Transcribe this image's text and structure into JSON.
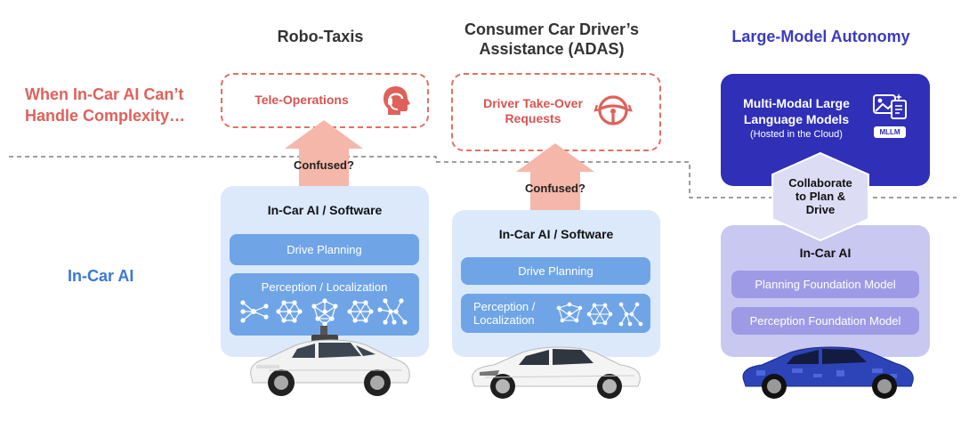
{
  "left_labels": {
    "top_line1": "When In-Car AI Can’t",
    "top_line2": "Handle Complexity…",
    "bottom": "In-Car AI",
    "top_color": "#e0605a",
    "bottom_color": "#3a78d8"
  },
  "columns": [
    {
      "title": "Robo-Taxis",
      "remote_box": "Tele-Operations",
      "remote_icon": "headset-person-icon",
      "arrow_label": "Confused?",
      "panel_title": "In-Car AI / Software",
      "bar1": "Drive Planning",
      "bar2": "Perception / Localization",
      "car": "robotaxi-car-with-sensors"
    },
    {
      "title_line1": "Consumer Car Driver’s",
      "title_line2": "Assistance (ADAS)",
      "remote_box_line1": "Driver Take-Over",
      "remote_box_line2": "Requests",
      "remote_icon": "steering-wheel-icon",
      "arrow_label": "Confused?",
      "panel_title": "In-Car AI / Software",
      "bar1": "Drive Planning",
      "bar2_line1": "Perception /",
      "bar2_line2": "Localization",
      "car": "white-sedan"
    },
    {
      "title": "Large-Model Autonomy",
      "cloud_line1": "Multi-Modal Large",
      "cloud_line2": "Language Models",
      "cloud_line3": "(Hosted in the Cloud)",
      "cloud_badge": "MLLM",
      "hex_line1": "Collaborate",
      "hex_line2": "to Plan &",
      "hex_line3": "Drive",
      "panel_title": "In-Car AI",
      "bar1": "Planning Foundation Model",
      "bar2": "Perception Foundation Model",
      "car": "blue-camouflage-sedan"
    }
  ],
  "colors": {
    "accent_red": "#e0605a",
    "accent_blue": "#3a78d8",
    "accent_navy": "#3b3bc4",
    "panel_blue": "#dbe9fb",
    "bar_blue": "#6fa5e6",
    "panel_purple": "#c9c8f0",
    "bar_purple": "#9f9ae6",
    "cloud_box": "#2f2fb8",
    "arrow_pink": "#f5b7a9"
  }
}
